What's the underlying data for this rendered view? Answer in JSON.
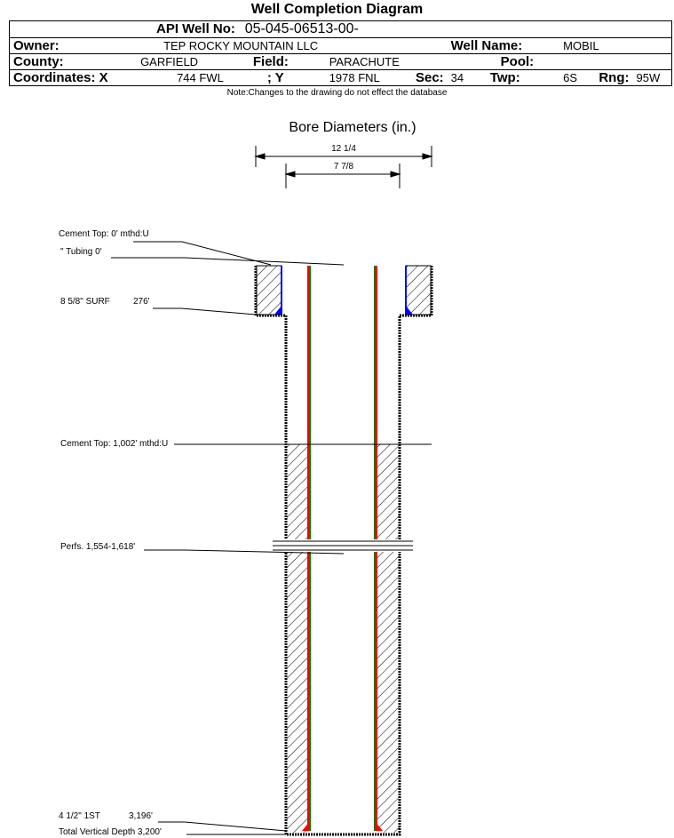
{
  "title": "Well Completion Diagram",
  "header": {
    "api_label": "API Well No:",
    "api_value": "05-045-06513-00-",
    "owner_label": "Owner:",
    "owner": "TEP ROCKY MOUNTAIN LLC",
    "well_name_label": "Well Name:",
    "well_name": "MOBIL",
    "county_label": "County:",
    "county": "GARFIELD",
    "field_label": "Field:",
    "field": "PARACHUTE",
    "pool_label": "Pool:",
    "coord_x_label": "Coordinates: X",
    "coord_x": "744 FWL",
    "coord_y_label": "; Y",
    "coord_y": "1978 FNL",
    "sec_label": "Sec:",
    "sec": "34",
    "twp_label": "Twp:",
    "twp": "6S",
    "rng_label": "Rng:",
    "rng": "95W"
  },
  "note": "Note:Changes to the drawing do not effect the database",
  "bore": {
    "title": "Bore Diameters (in.)",
    "d1": "12 1/4",
    "d2": "7 7/8"
  },
  "labels": {
    "cement_top_1": "Cement Top: 0' mthd:U",
    "tubing": "\" Tubing 0'",
    "surf_casing": "8 5/8\" SURF",
    "surf_depth": "276'",
    "cement_top_2": "Cement Top: 1,002' mthd:U",
    "perfs": "Perfs. 1,554-1,618'",
    "prod_casing": "4 1/2\" 1ST",
    "prod_depth": "3,196'",
    "tvd": "Total Vertical Depth 3,200'"
  },
  "colors": {
    "casing": "#ff0000",
    "casing_edge": "#008000",
    "surf_cement_edge": "#0000ff"
  }
}
